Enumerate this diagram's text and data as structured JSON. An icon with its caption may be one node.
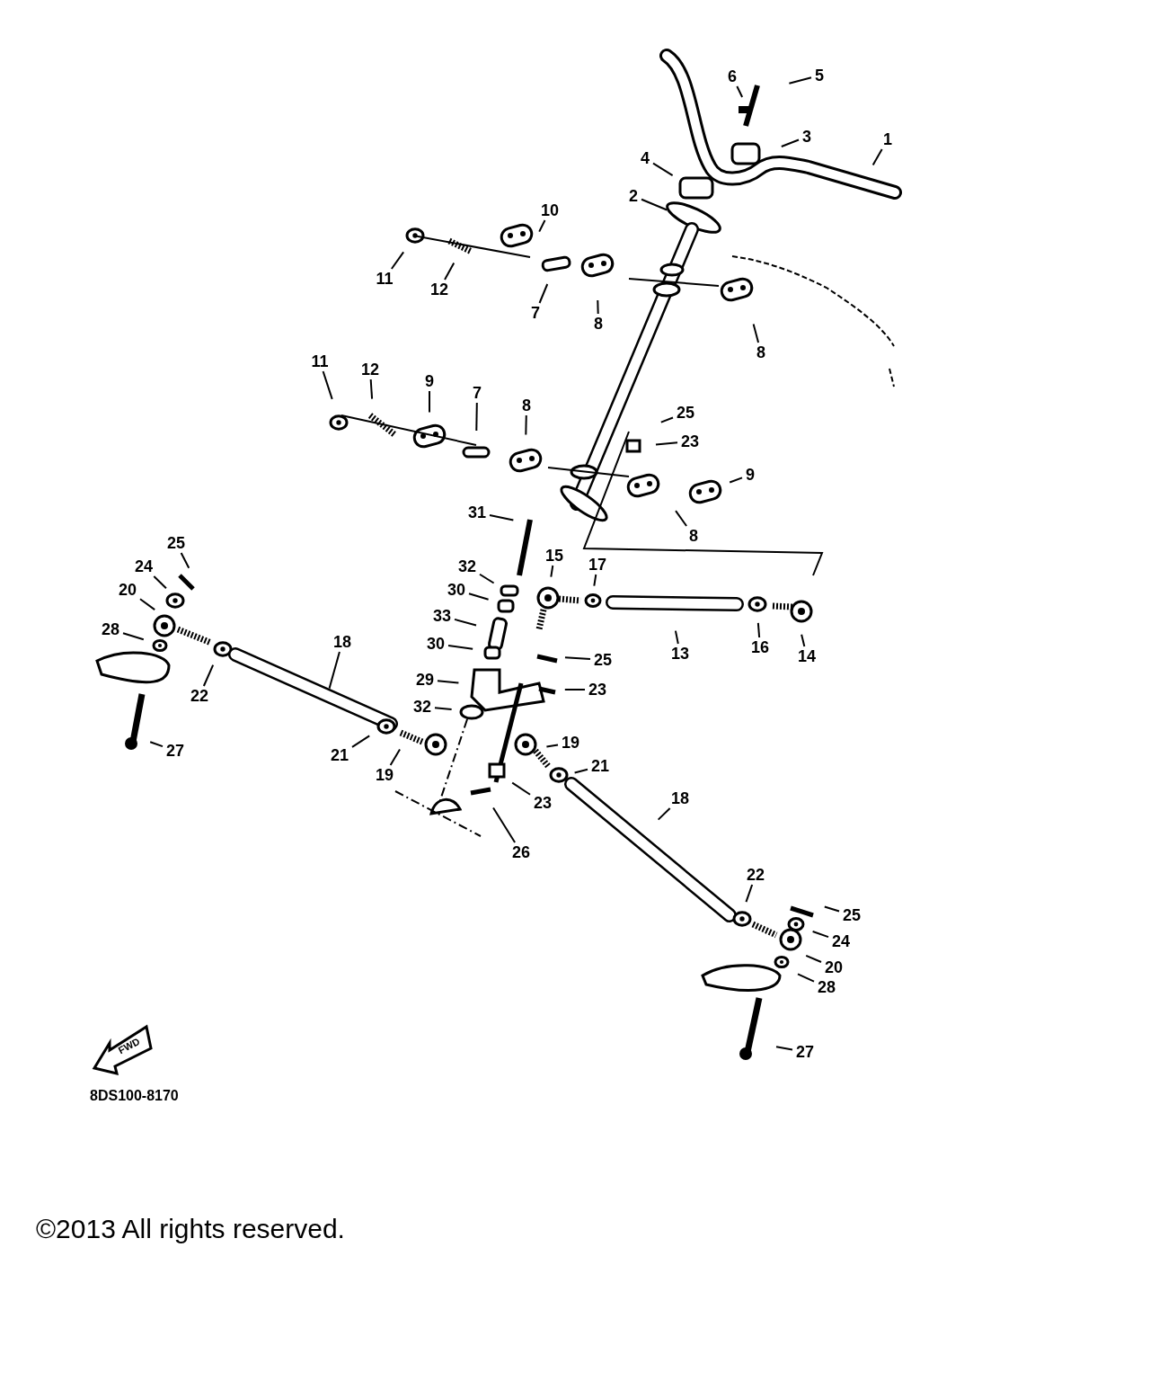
{
  "diagram": {
    "nodes": [
      {
        "text": [
          "1"
        ]
      },
      {
        "text": [
          "5"
        ]
      },
      {
        "text": [
          "6"
        ]
      },
      {
        "text": [
          "3"
        ]
      },
      {
        "text": [
          "4"
        ]
      },
      {
        "text": [
          "2"
        ]
      },
      {
        "text": [
          "10"
        ]
      },
      {
        "text": [
          "11"
        ]
      },
      {
        "text": [
          "12"
        ]
      },
      {
        "text": [
          "7"
        ]
      },
      {
        "text": [
          "8"
        ]
      },
      {
        "text": [
          "8"
        ]
      },
      {
        "text": [
          "11"
        ]
      },
      {
        "text": [
          "12"
        ]
      },
      {
        "text": [
          "9"
        ]
      },
      {
        "text": [
          "7"
        ]
      },
      {
        "text": [
          "8"
        ]
      },
      {
        "text": [
          "25"
        ]
      },
      {
        "text": [
          "23"
        ]
      },
      {
        "text": [
          "9"
        ]
      },
      {
        "text": [
          "8"
        ]
      },
      {
        "text": [
          "31"
        ]
      },
      {
        "text": [
          "32"
        ]
      },
      {
        "text": [
          "30"
        ]
      },
      {
        "text": [
          "15"
        ]
      },
      {
        "text": [
          "17"
        ]
      },
      {
        "text": [
          "13"
        ]
      },
      {
        "text": [
          "16"
        ]
      },
      {
        "text": [
          "14"
        ]
      },
      {
        "text": [
          "33"
        ]
      },
      {
        "text": [
          "30"
        ]
      },
      {
        "text": [
          "25"
        ]
      },
      {
        "text": [
          "29"
        ]
      },
      {
        "text": [
          "23"
        ]
      },
      {
        "text": [
          "32"
        ]
      },
      {
        "text": [
          "25"
        ]
      },
      {
        "text": [
          "24"
        ]
      },
      {
        "text": [
          "20"
        ]
      },
      {
        "text": [
          "28"
        ]
      },
      {
        "text": [
          "18"
        ]
      },
      {
        "text": [
          "22"
        ]
      },
      {
        "text": [
          "27"
        ]
      },
      {
        "text": [
          "21"
        ]
      },
      {
        "text": [
          "19"
        ]
      },
      {
        "text": [
          "19"
        ]
      },
      {
        "text": [
          "21"
        ]
      },
      {
        "text": [
          "23"
        ]
      },
      {
        "text": [
          "26"
        ]
      },
      {
        "text": [
          "18"
        ]
      },
      {
        "text": [
          "22"
        ]
      },
      {
        "text": [
          "25"
        ]
      },
      {
        "text": [
          "24"
        ]
      },
      {
        "text": [
          "20"
        ]
      },
      {
        "text": [
          "28"
        ]
      },
      {
        "text": [
          "27"
        ]
      }
    ],
    "edges": [
      {
        "from": 0,
        "to": null,
        "arrow": "none"
      },
      {
        "from": 1,
        "to": null,
        "arrow": "none"
      },
      {
        "from": 2,
        "to": null,
        "arrow": "none"
      },
      {
        "from": 3,
        "to": null,
        "arrow": "none"
      },
      {
        "from": 4,
        "to": null,
        "arrow": "none"
      },
      {
        "from": 5,
        "to": null,
        "arrow": "none"
      },
      {
        "from": 6,
        "to": null,
        "arrow": "none"
      },
      {
        "from": 7,
        "to": null,
        "arrow": "none"
      },
      {
        "from": 8,
        "to": null,
        "arrow": "none"
      },
      {
        "from": 9,
        "to": null,
        "arrow": "none"
      },
      {
        "from": 10,
        "to": null,
        "arrow": "none"
      },
      {
        "from": 11,
        "to": null,
        "arrow": "none"
      },
      {
        "from": 12,
        "to": null,
        "arrow": "none"
      },
      {
        "from": 13,
        "to": null,
        "arrow": "none"
      },
      {
        "from": 14,
        "to": null,
        "arrow": "none"
      },
      {
        "from": 15,
        "to": null,
        "arrow": "none"
      },
      {
        "from": 16,
        "to": null,
        "arrow": "none"
      },
      {
        "from": 17,
        "to": null,
        "arrow": "none"
      },
      {
        "from": 18,
        "to": null,
        "arrow": "none"
      },
      {
        "from": 19,
        "to": null,
        "arrow": "none"
      },
      {
        "from": 20,
        "to": null,
        "arrow": "none"
      },
      {
        "from": 21,
        "to": null,
        "arrow": "none"
      },
      {
        "from": 22,
        "to": null,
        "arrow": "none"
      },
      {
        "from": 23,
        "to": null,
        "arrow": "none"
      },
      {
        "from": 24,
        "to": null,
        "arrow": "none"
      },
      {
        "from": 25,
        "to": null,
        "arrow": "none"
      },
      {
        "from": 26,
        "to": null,
        "arrow": "none"
      },
      {
        "from": 27,
        "to": null,
        "arrow": "none"
      },
      {
        "from": 28,
        "to": null,
        "arrow": "none"
      },
      {
        "from": 29,
        "to": null,
        "arrow": "none"
      },
      {
        "from": 30,
        "to": null,
        "arrow": "none"
      },
      {
        "from": 31,
        "to": null,
        "arrow": "none"
      },
      {
        "from": 32,
        "to": null,
        "arrow": "none"
      },
      {
        "from": 33,
        "to": null,
        "arrow": "none"
      },
      {
        "from": 34,
        "to": null,
        "arrow": "none"
      },
      {
        "from": 35,
        "to": null,
        "arrow": "none"
      },
      {
        "from": 36,
        "to": null,
        "arrow": "none"
      },
      {
        "from": 37,
        "to": null,
        "arrow": "none"
      },
      {
        "from": 38,
        "to": null,
        "arrow": "none"
      },
      {
        "from": 39,
        "to": null,
        "arrow": "none"
      },
      {
        "from": 40,
        "to": null,
        "arrow": "none"
      },
      {
        "from": 41,
        "to": null,
        "arrow": "none"
      },
      {
        "from": 42,
        "to": null,
        "arrow": "none"
      },
      {
        "from": 43,
        "to": null,
        "arrow": "none"
      },
      {
        "from": 44,
        "to": null,
        "arrow": "none"
      },
      {
        "from": 45,
        "to": null,
        "arrow": "none"
      },
      {
        "from": 46,
        "to": null,
        "arrow": "none"
      },
      {
        "from": 47,
        "to": null,
        "arrow": "none"
      },
      {
        "from": 48,
        "to": null,
        "arrow": "none"
      },
      {
        "from": 49,
        "to": null,
        "arrow": "none"
      },
      {
        "from": 50,
        "to": null,
        "arrow": "none"
      },
      {
        "from": 51,
        "to": null,
        "arrow": "none"
      },
      {
        "from": 52,
        "to": null,
        "arrow": "none"
      },
      {
        "from": 53,
        "to": null,
        "arrow": "none"
      },
      {
        "from": 54,
        "to": null,
        "arrow": "none"
      }
    ],
    "labels": [
      "FWD",
      "8DS100-8170",
      "©2013 All rights reserved."
    ]
  }
}
